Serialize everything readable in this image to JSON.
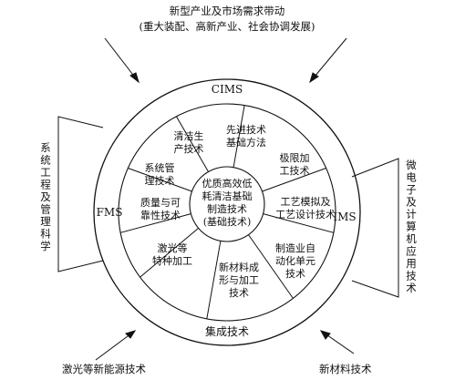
{
  "top_driver": {
    "line1": "新型产业及市场需求带动",
    "line2": "(重大装配、高新产业、社会协调发展)"
  },
  "left_driver": {
    "text": "系统工程及管理科学"
  },
  "right_driver": {
    "text": "微电子及计算机应用技术"
  },
  "bottom_left_driver": {
    "text": "激光等新能源技术"
  },
  "bottom_right_driver": {
    "text": "新材料技术"
  },
  "outer_ring": {
    "top": "CIMS",
    "left": "FMS",
    "right": "IMS",
    "bottom": "集成技术"
  },
  "center": {
    "lines": [
      "优质高效低",
      "耗清洁基础",
      "制造技术",
      "(基础技术)"
    ]
  },
  "segments": [
    {
      "id": "advanced",
      "lines": [
        "先进技术",
        "基础方法"
      ]
    },
    {
      "id": "limit",
      "lines": [
        "极限加",
        "工技术"
      ]
    },
    {
      "id": "simulation",
      "lines": [
        "工艺模拟及",
        "工艺设计技术"
      ]
    },
    {
      "id": "automation",
      "lines": [
        "制造业自",
        "动化单元",
        "技术"
      ]
    },
    {
      "id": "new-material",
      "lines": [
        "新材料成",
        "形与加工",
        "技术"
      ]
    },
    {
      "id": "laser",
      "lines": [
        "激光等",
        "特种加工"
      ]
    },
    {
      "id": "quality",
      "lines": [
        "质量与可",
        "靠性技术"
      ]
    },
    {
      "id": "system-mgmt",
      "lines": [
        "系统管",
        "理技术"
      ]
    },
    {
      "id": "clean",
      "lines": [
        "清洁生",
        "产技术"
      ]
    }
  ]
}
